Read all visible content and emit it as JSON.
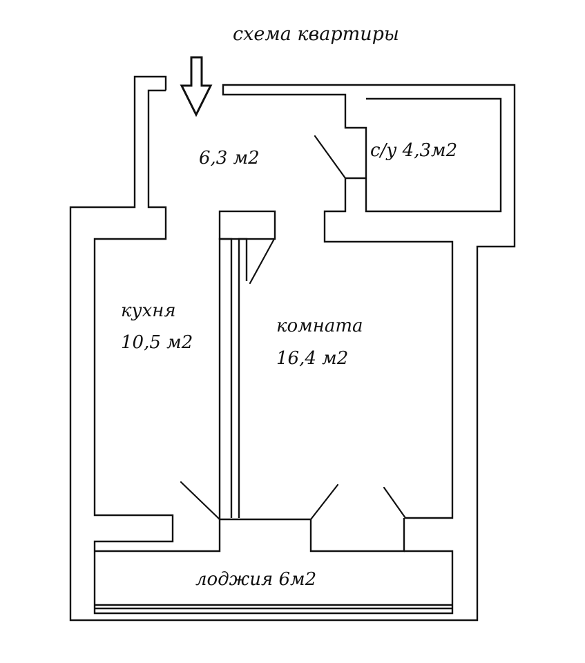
{
  "title": "схема квартиры",
  "rooms": {
    "hallway": {
      "area": "6,3 м2"
    },
    "bathroom": {
      "name": "с/у",
      "area": "4,3м2"
    },
    "kitchen": {
      "name": "кухня",
      "area": "10,5 м2"
    },
    "room": {
      "name": "комната",
      "area": "16,4 м2"
    },
    "loggia": {
      "name": "лоджия",
      "area": "6м2"
    }
  },
  "colors": {
    "ink": "#111111",
    "paper": "#ffffff"
  },
  "icons": {
    "entrance": "down-arrow-icon"
  }
}
